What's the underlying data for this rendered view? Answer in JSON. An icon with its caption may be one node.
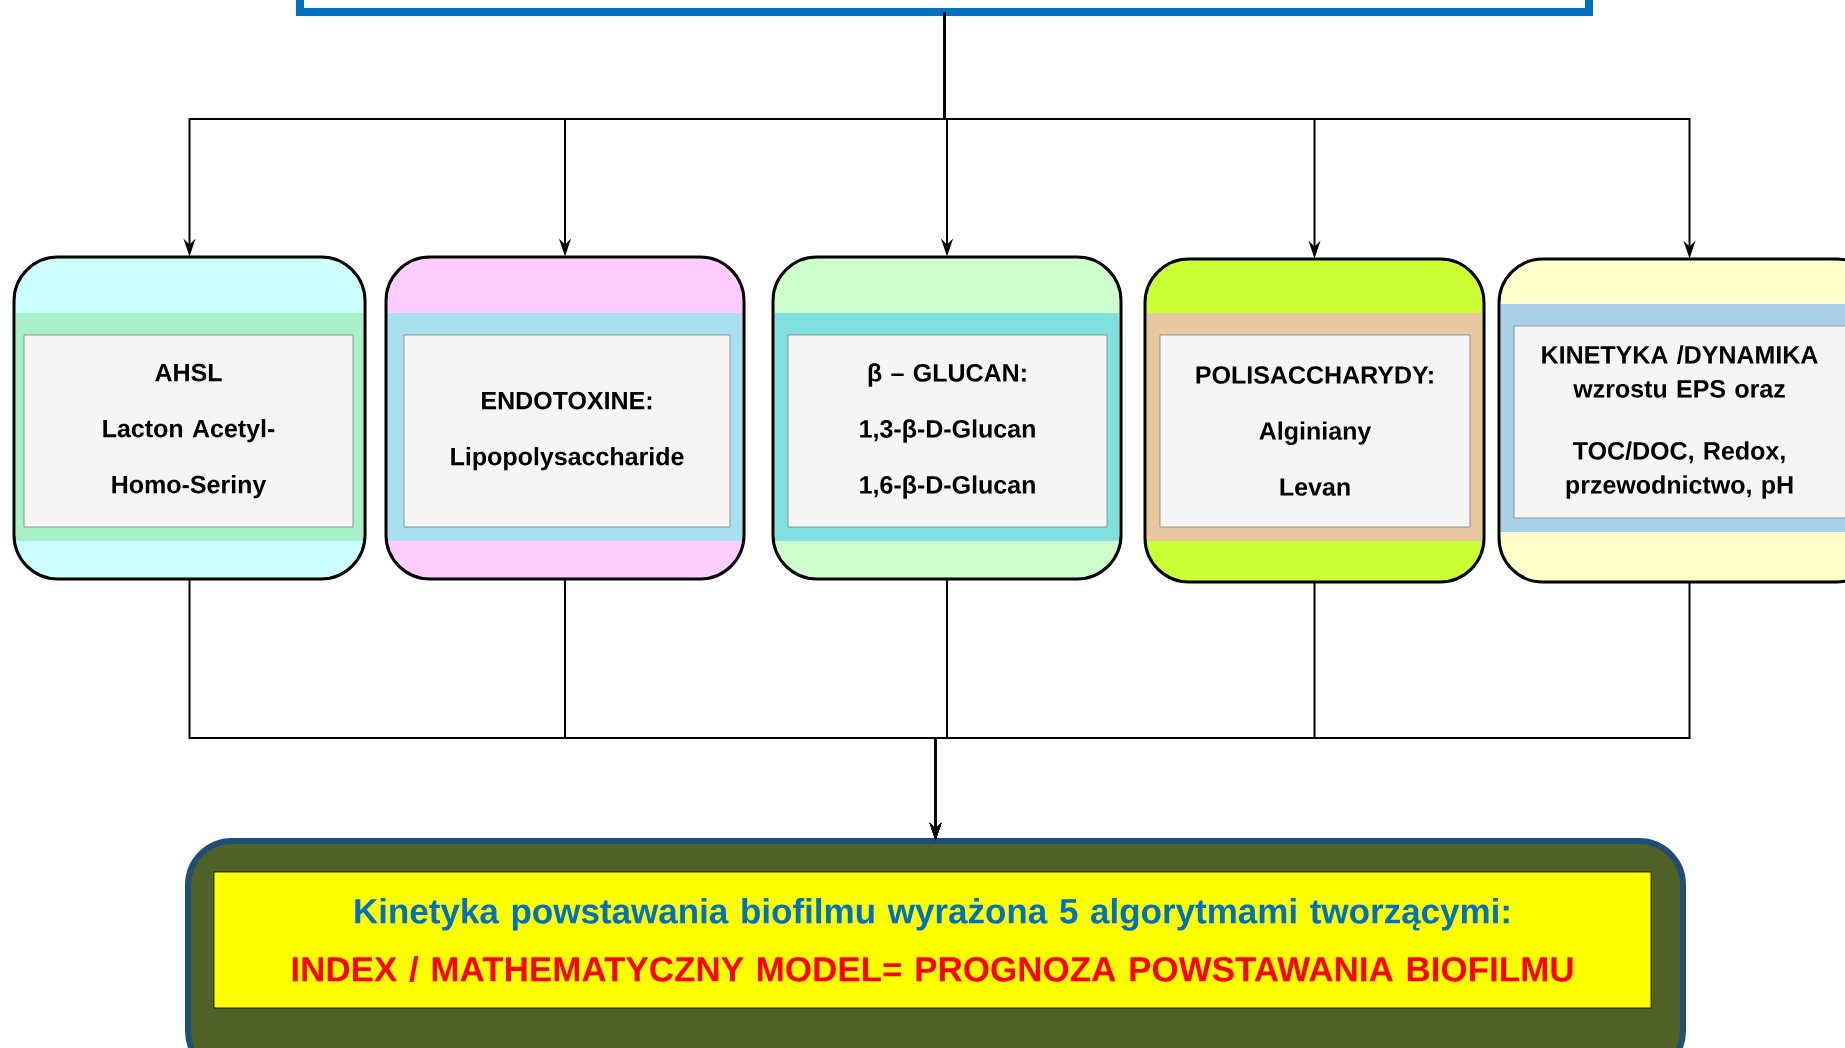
{
  "diagram": {
    "nodes": [
      {
        "text": [],
        "shape": "box"
      },
      {
        "text": [
          "AHSL",
          "Lacton Acetyl-Homo-Seriny"
        ]
      },
      {
        "text": [
          "ENDOTOXINE:",
          "Lipopolysaccharide"
        ]
      },
      {
        "text": [
          "β – GLUCAN:",
          "1,3-β-D-Glucan",
          "1,6-β-D-Glucan"
        ]
      },
      {
        "text": [
          "POLISACCHARYDY:",
          "Alginiany",
          "Levan"
        ]
      },
      {
        "text": [
          "KINETYKA /DYNAMIKA wzrostu EPS oraz",
          "TOC/DOC, Redox, przewodnictwo, pH"
        ]
      },
      {
        "text": [
          "Kinetyka powstawania biofilmu wyrażona 5 algorytmami tworzącymi:",
          "INDEX / MATHEMATYCZNY MODEL= PROGNOZA POWSTAWANIA BIOFILMU"
        ]
      }
    ],
    "edges": [
      {
        "from": 0,
        "to": 1,
        "arrow": "to"
      },
      {
        "from": 0,
        "to": 2,
        "arrow": "to"
      },
      {
        "from": 0,
        "to": 3,
        "arrow": "to"
      },
      {
        "from": 0,
        "to": 4,
        "arrow": "to"
      },
      {
        "from": 0,
        "to": 5,
        "arrow": "to"
      },
      {
        "from": 1,
        "to": 6,
        "arrow": "to"
      },
      {
        "from": 2,
        "to": 6,
        "arrow": "to"
      },
      {
        "from": 3,
        "to": 6,
        "arrow": "to"
      },
      {
        "from": 4,
        "to": 6,
        "arrow": "to"
      },
      {
        "from": 5,
        "to": 6,
        "arrow": "to"
      }
    ]
  }
}
